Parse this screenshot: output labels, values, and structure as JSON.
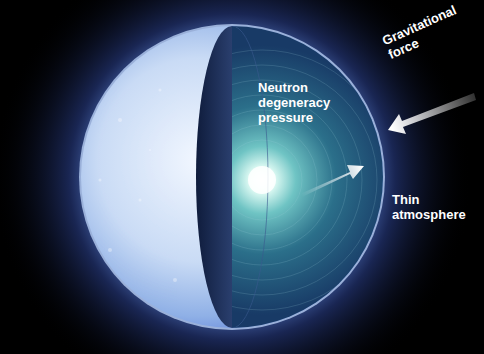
{
  "diagram": {
    "labels": [
      "Neutron degeneracy pressure",
      "Gravitational force",
      "Thin atmosphere"
    ]
  }
}
